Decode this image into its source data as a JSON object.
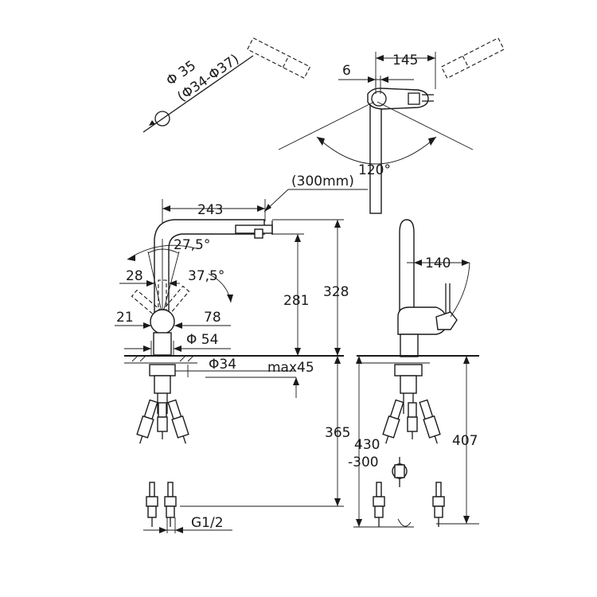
{
  "diameters": {
    "hole": "Φ 35",
    "hole_range": "(Φ34-Φ37)",
    "base": "Φ 54",
    "pipe": "Φ34"
  },
  "top_view": {
    "offset": "6",
    "length": "145",
    "swivel_angle": "120°"
  },
  "front_view": {
    "pullout_hose": "(300mm)",
    "reach": "243",
    "spout_angle": "27,5°",
    "lever_angle": "37,5°",
    "left_28": "28",
    "left_21": "21",
    "lever_78": "78",
    "height_281": "281",
    "height_328": "328",
    "max_thickness": "max45",
    "below_365": "365",
    "hose_430": "430",
    "hose_range": "-300",
    "thread": "G1/2"
  },
  "side_view": {
    "lever_reach": "140",
    "height_407": "407"
  }
}
